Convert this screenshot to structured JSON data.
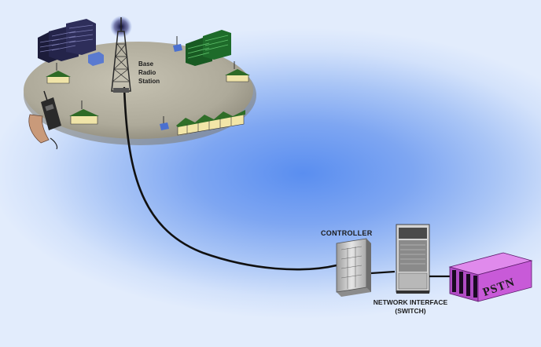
{
  "labels": {
    "base_radio_station_line1": "Base",
    "base_radio_station_line2": "Radio",
    "base_radio_station_line3": "Station",
    "controller": "CONTROLLER",
    "network_interface_line1": "NETWORK INTERFACE",
    "network_interface_line2": "(SWITCH)",
    "pstn": "PSTN"
  },
  "icons": {
    "tower": "radio-tower-icon",
    "buildings": "office-buildings-icon",
    "houses": "house-row-icon",
    "mobile": "handheld-radio-icon",
    "controller": "controller-cabinet-icon",
    "switch": "switch-cabinet-icon",
    "pstn": "pstn-exchange-icon"
  },
  "colors": {
    "background_center": "#5a8ef0",
    "background_edge": "#e2ecfc",
    "coverage_area": "#b0ac9c",
    "buildings_green": "#1e6b2a",
    "pstn_magenta": "#c85ad8",
    "link_line": "#111111"
  }
}
